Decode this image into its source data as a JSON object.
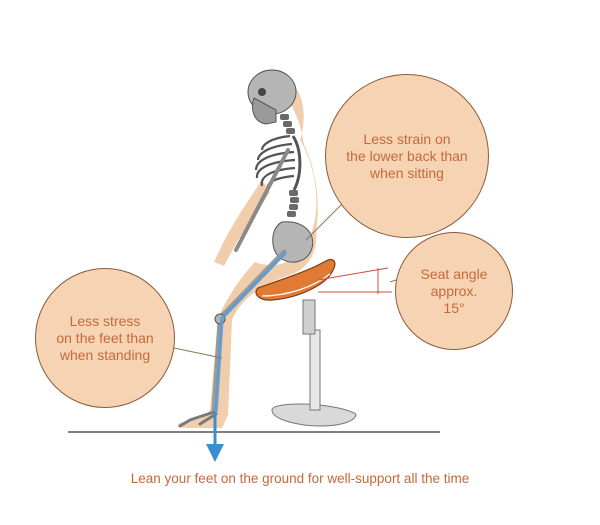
{
  "callouts": {
    "back": "Less strain on\nthe lower back than\nwhen  sitting",
    "feet": "Less stress\non the feet than\nwhen standing",
    "seat": "Seat angle\napprox.\n15°"
  },
  "caption": "Lean your feet on the ground for well-support all the time",
  "colors": {
    "body": "#efc9a3",
    "bone": "#8a8a8a",
    "bone_dark": "#4a4a4a",
    "leg_axis": "#5a9bd4",
    "arrow": "#3a8fd0",
    "seat": "#e07a34",
    "stool": "#cfcfcf",
    "text": "#c46a3d",
    "bubble": "#f6d3b3"
  }
}
